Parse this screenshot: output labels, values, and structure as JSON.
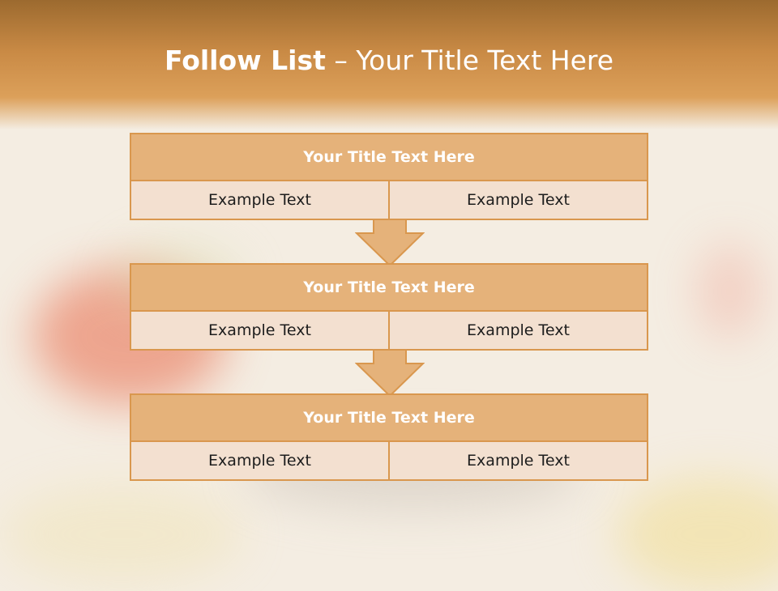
{
  "title": {
    "bold": "Follow List",
    "rest": " – Your Title Text Here"
  },
  "blocks": [
    {
      "title": "Your Title Text Here",
      "cells": [
        "Example Text",
        "Example Text"
      ]
    },
    {
      "title": "Your Title Text Here",
      "cells": [
        "Example Text",
        "Example Text"
      ]
    },
    {
      "title": "Your Title Text Here",
      "cells": [
        "Example Text",
        "Example Text"
      ]
    }
  ],
  "colors": {
    "accent": "#d9974e",
    "title_fill": "#e5b27a",
    "cell_fill": "#f3e0d0",
    "header_band": "#c98a45"
  }
}
